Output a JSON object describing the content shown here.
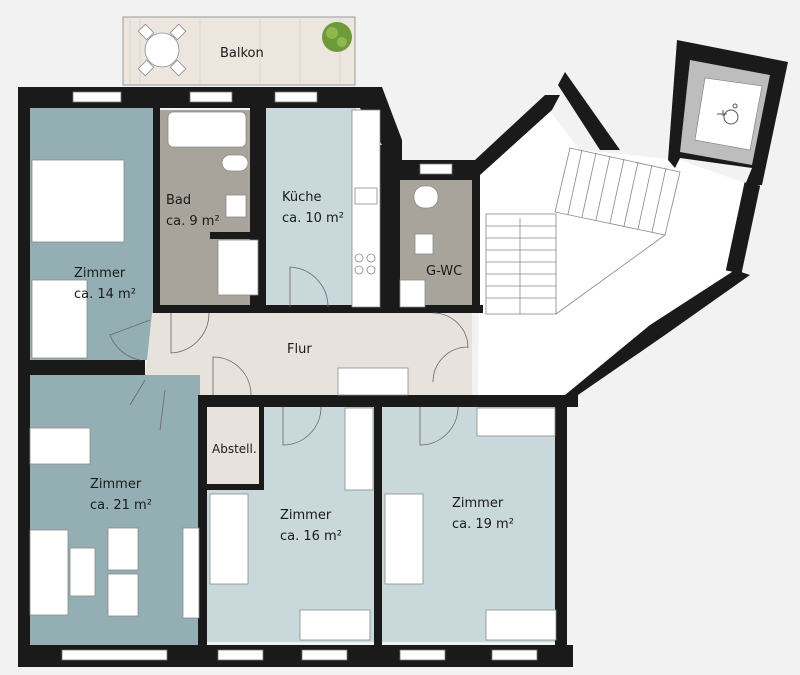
{
  "plan": {
    "balcony": {
      "label": "Balkon"
    },
    "rooms": [
      {
        "name": "Zimmer",
        "area": "ca. 14 m²"
      },
      {
        "name": "Bad",
        "area": "ca. 9 m²"
      },
      {
        "name": "Küche",
        "area": "ca. 10 m²"
      },
      {
        "name": "G-WC"
      },
      {
        "name": "Flur"
      },
      {
        "name": "Zimmer",
        "area": "ca. 21 m²"
      },
      {
        "name": "Abstell."
      },
      {
        "name": "Zimmer",
        "area": "ca. 16 m²"
      },
      {
        "name": "Zimmer",
        "area": "ca. 19 m²"
      }
    ]
  },
  "colors": {
    "wall": "#1a1a1a",
    "living_dark": "#94afb3",
    "living_light": "#c9d8da",
    "wet": "#a8a49c",
    "hall": "#e8e2dc",
    "background": "#f2f2f2"
  }
}
